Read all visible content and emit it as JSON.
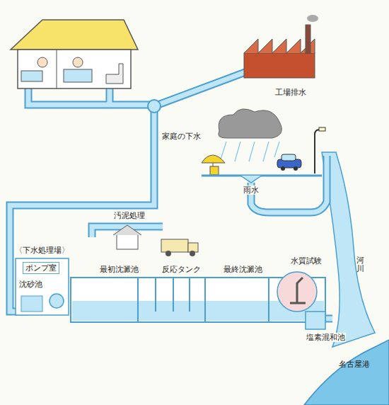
{
  "diagram": {
    "labels": [
      "家庭の下水",
      "工場排水",
      "雨水",
      "河川",
      "汚泥処理",
      "〈下水処理場〉",
      "ポンプ室",
      "沈砂池",
      "最初沈澱池",
      "反応タンク",
      "最終沈澱池",
      "水質試験",
      "塩素混和池",
      "名古屋港"
    ]
  }
}
